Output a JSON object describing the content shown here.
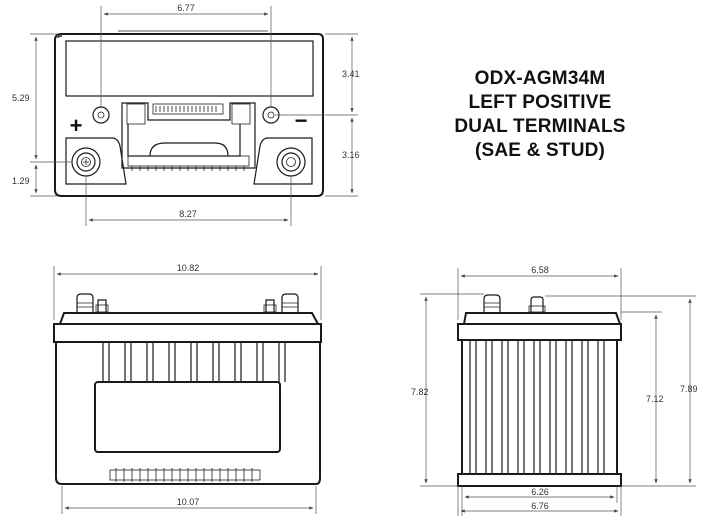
{
  "title_lines": [
    "ODX-AGM34M",
    "LEFT POSITIVE",
    "DUAL TERMINALS",
    "(SAE & STUD)"
  ],
  "terminal_signs": {
    "positive": "+",
    "negative": "−"
  },
  "top_view": {
    "width": "6.77",
    "left_height": "5.29",
    "left_lower": "1.29",
    "right_upper": "3.41",
    "right_lower": "3.16",
    "terminal_spacing": "8.27"
  },
  "side_view": {
    "top_width": "10.82",
    "bottom_width": "10.07"
  },
  "end_view": {
    "top_width": "6.58",
    "left_height": "7.82",
    "right_inner": "7.12",
    "right_outer": "7.89",
    "base_inner": "6.26",
    "base_outer": "6.76"
  }
}
